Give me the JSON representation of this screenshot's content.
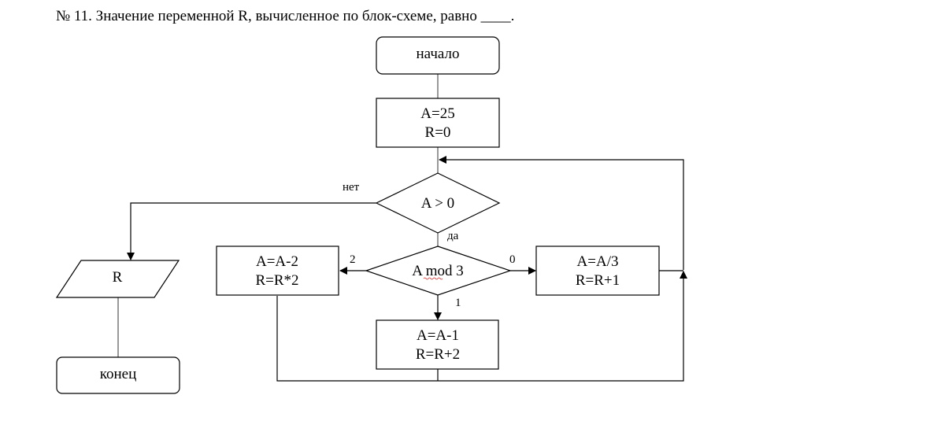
{
  "question": {
    "text": "№ 11. Значение переменной R, вычисленное по блок-схеме, равно ____."
  },
  "flowchart": {
    "start": "начало",
    "init": {
      "line1": "A=25",
      "line2": "R=0"
    },
    "condition": "A > 0",
    "branch_no": "нет",
    "branch_yes": "да",
    "mod_condition": {
      "prefix": "A ",
      "op": "mod",
      "suffix": " 3"
    },
    "case_labels": {
      "two": "2",
      "zero": "0",
      "one": "1"
    },
    "case2_block": {
      "line1": "A=A-2",
      "line2": "R=R*2"
    },
    "case0_block": {
      "line1": "A=A/3",
      "line2": "R=R+1"
    },
    "case1_block": {
      "line1": "A=A-1",
      "line2": "R=R+2"
    },
    "output": "R",
    "end": "конец"
  },
  "colors": {
    "stroke": "#000000",
    "connector": "#777777",
    "spell_underline": "#e03030"
  }
}
